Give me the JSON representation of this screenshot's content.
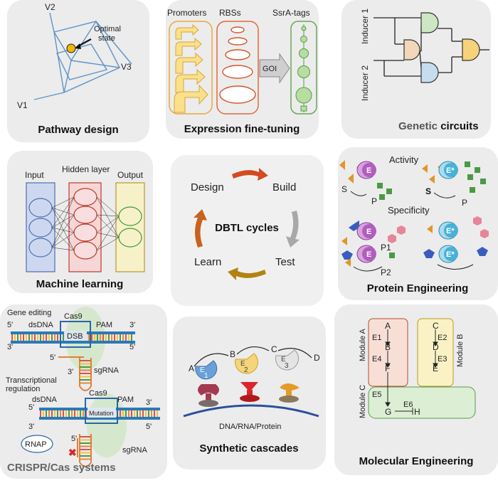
{
  "panels": {
    "pathway": {
      "title": "Pathway design",
      "v1": "V1",
      "v2": "V2",
      "v3": "V3",
      "optimal": [
        "Optimal",
        "state"
      ]
    },
    "expression": {
      "title": "Expression fine-tuning",
      "promoters": "Promoters",
      "rbss": "RBSs",
      "ssra": "SsrA-tags",
      "goi": "GOI"
    },
    "circuits": {
      "title_dim": "Genetic",
      "title_rest": " circuits",
      "inducer1": "Inducer 1",
      "inducer2": "Inducer 2"
    },
    "ml": {
      "title": "Machine learning",
      "input": "Input",
      "hidden": "Hidden layer",
      "output": "Output"
    },
    "dbtl": {
      "title": "DBTL cycles",
      "design": "Design",
      "build": "Build",
      "test": "Test",
      "learn": "Learn"
    },
    "protein": {
      "title": "Protein Engineering",
      "activity": "Activity",
      "specificity": "Specificity",
      "e": "E",
      "estar": "E*",
      "s": "S",
      "p": "P",
      "p1": "P1",
      "p2": "P2"
    },
    "crispr": {
      "title": "CRISPR/Cas systems",
      "gene_editing": "Gene editing",
      "dsdna": "dsDNA",
      "cas9": "Cas9",
      "pam": "PAM",
      "dsb": "DSB",
      "sgrna": "sgRNA",
      "five": "5'",
      "three": "3'",
      "transcriptional": [
        "Transcriptional",
        "regulation"
      ],
      "mutation": "Mutation",
      "rnap": "RNAP"
    },
    "cascades": {
      "title": "Synthetic cascades",
      "a": "A",
      "b": "B",
      "c": "C",
      "d": "D",
      "e1": "1",
      "e2": "2",
      "e3": "3",
      "e": "E",
      "dna": "DNA/RNA/Protein"
    },
    "molecular": {
      "title": "Molecular Engineering",
      "module_a": "Module A",
      "module_b": "Module B",
      "module_c": "Module C",
      "a": "A",
      "b": "B",
      "c": "C",
      "d": "D",
      "e": "E",
      "f": "F",
      "g": "G",
      "h": "H",
      "e1": "E1",
      "e2": "E2",
      "e3": "E3",
      "e4": "E4",
      "e5": "E5",
      "e6": "E6"
    }
  },
  "colors": {
    "panel": "#ececec",
    "yellow": "#f5c542",
    "orange": "#d9541e",
    "gray_arrow": "#a8a8a8",
    "purple": "#9b4fa8",
    "blue_enzyme": "#47b1d8",
    "green": "#5aa04a"
  }
}
